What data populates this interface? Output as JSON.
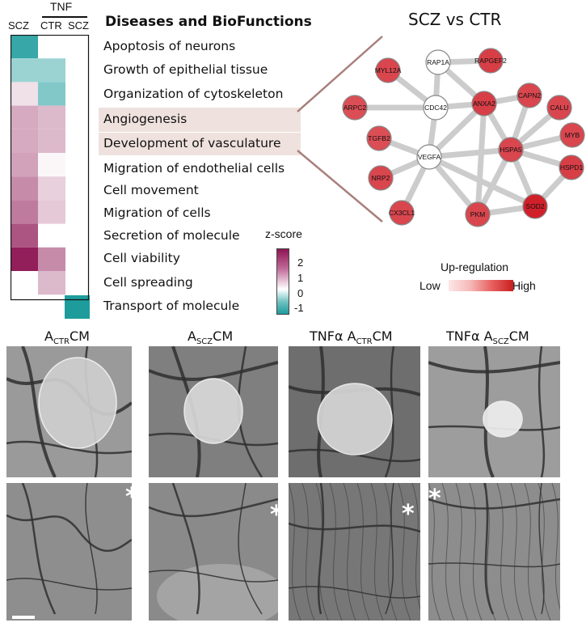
{
  "heatmap": {
    "col_labels": [
      "SCZ",
      "CTR",
      "SCZ"
    ],
    "group_label": "TNF",
    "header": "Diseases and BioFunctions",
    "rows": [
      {
        "label": "Apoptosis of neurons",
        "values": [
          -1.6,
          null,
          null
        ]
      },
      {
        "label": "Growth of epithelial tissue",
        "values": [
          -0.8,
          -0.8,
          null
        ]
      },
      {
        "label": "Organization of cytoskeleton",
        "values": [
          0.4,
          -1.0,
          null
        ]
      },
      {
        "label": "Angiogenesis",
        "values": [
          1.1,
          0.9,
          null
        ]
      },
      {
        "label": "Development of vasculature",
        "values": [
          1.1,
          0.9,
          null
        ]
      },
      {
        "label": "Migration of endothelial cells",
        "values": [
          1.2,
          0.1,
          null
        ]
      },
      {
        "label": "Cell movement",
        "values": [
          1.5,
          0.6,
          null
        ]
      },
      {
        "label": "Migration of cells",
        "values": [
          1.7,
          0.7,
          null
        ]
      },
      {
        "label": "Secretion of molecule",
        "values": [
          2.2,
          null,
          null
        ]
      },
      {
        "label": "Cell viability",
        "values": [
          2.9,
          1.5,
          null
        ]
      },
      {
        "label": "Cell spreading",
        "values": [
          null,
          0.9,
          null
        ]
      },
      {
        "label": "Transport of molecule",
        "values": [
          null,
          null,
          -1.8
        ]
      }
    ],
    "highlight_rows": [
      3,
      4
    ]
  },
  "colorbar": {
    "title": "z-score",
    "ticks": [
      "2",
      "1",
      "0",
      "-1"
    ],
    "colors": {
      "max": "#8e1654",
      "mid": "#ffffff",
      "min": "#1e9c9c"
    }
  },
  "network": {
    "title": "SCZ vs CTR",
    "nodes": [
      {
        "id": "RAP1A",
        "level": null
      },
      {
        "id": "RAPGEF2",
        "level": 0.8
      },
      {
        "id": "MYL12A",
        "level": 0.75
      },
      {
        "id": "ARPC2",
        "level": 0.7
      },
      {
        "id": "CDC42",
        "level": null
      },
      {
        "id": "ANXA2",
        "level": 0.8
      },
      {
        "id": "CAPN2",
        "level": 0.75
      },
      {
        "id": "CALU",
        "level": 0.75
      },
      {
        "id": "TGFB2",
        "level": 0.7
      },
      {
        "id": "MYB",
        "level": 0.75
      },
      {
        "id": "VEGFA",
        "level": null
      },
      {
        "id": "HSPA5",
        "level": 0.75
      },
      {
        "id": "NRP2",
        "level": 0.75
      },
      {
        "id": "HSPD1",
        "level": 0.8
      },
      {
        "id": "CX3CL1",
        "level": 0.75
      },
      {
        "id": "PKM",
        "level": 0.75
      },
      {
        "id": "SOD2",
        "level": 1.0
      }
    ],
    "edges": [
      [
        "RAP1A",
        "RAPGEF2"
      ],
      [
        "RAP1A",
        "CDC42"
      ],
      [
        "RAP1A",
        "ANXA2"
      ],
      [
        "MYL12A",
        "CDC42"
      ],
      [
        "ARPC2",
        "CDC42"
      ],
      [
        "CDC42",
        "ANXA2"
      ],
      [
        "CDC42",
        "VEGFA"
      ],
      [
        "ANXA2",
        "VEGFA"
      ],
      [
        "ANXA2",
        "HSPA5"
      ],
      [
        "ANXA2",
        "PKM"
      ],
      [
        "ANXA2",
        "CAPN2"
      ],
      [
        "TGFB2",
        "VEGFA"
      ],
      [
        "VEGFA",
        "NRP2"
      ],
      [
        "VEGFA",
        "CX3CL1"
      ],
      [
        "VEGFA",
        "HSPA5"
      ],
      [
        "VEGFA",
        "PKM"
      ],
      [
        "VEGFA",
        "SOD2"
      ],
      [
        "HSPA5",
        "CAPN2"
      ],
      [
        "HSPA5",
        "CALU"
      ],
      [
        "HSPA5",
        "MYB"
      ],
      [
        "HSPA5",
        "HSPD1"
      ],
      [
        "HSPA5",
        "PKM"
      ],
      [
        "HSPA5",
        "SOD2"
      ],
      [
        "HSPD1",
        "SOD2"
      ],
      [
        "PKM",
        "SOD2"
      ]
    ],
    "legend": {
      "title": "Up-regulation",
      "low": "Low",
      "high": "High",
      "colors": {
        "low": "#f6d2d2",
        "high": "#d42a2a"
      }
    },
    "node_colors": {
      "high": "#d0202a",
      "low": "#f5b8b8",
      "empty": "#ffffff",
      "edge": "#cccccc"
    }
  },
  "photos": {
    "columns": [
      {
        "pre": "A",
        "sub": "CTR",
        "post": "CM"
      },
      {
        "pre": "A",
        "sub": "SCZ",
        "post": "CM"
      },
      {
        "pre": "TNFα A",
        "sub": "CTR",
        "post": "CM"
      },
      {
        "pre": "TNFα A",
        "sub": "SCZ",
        "post": "CM"
      }
    ],
    "star": "*"
  }
}
